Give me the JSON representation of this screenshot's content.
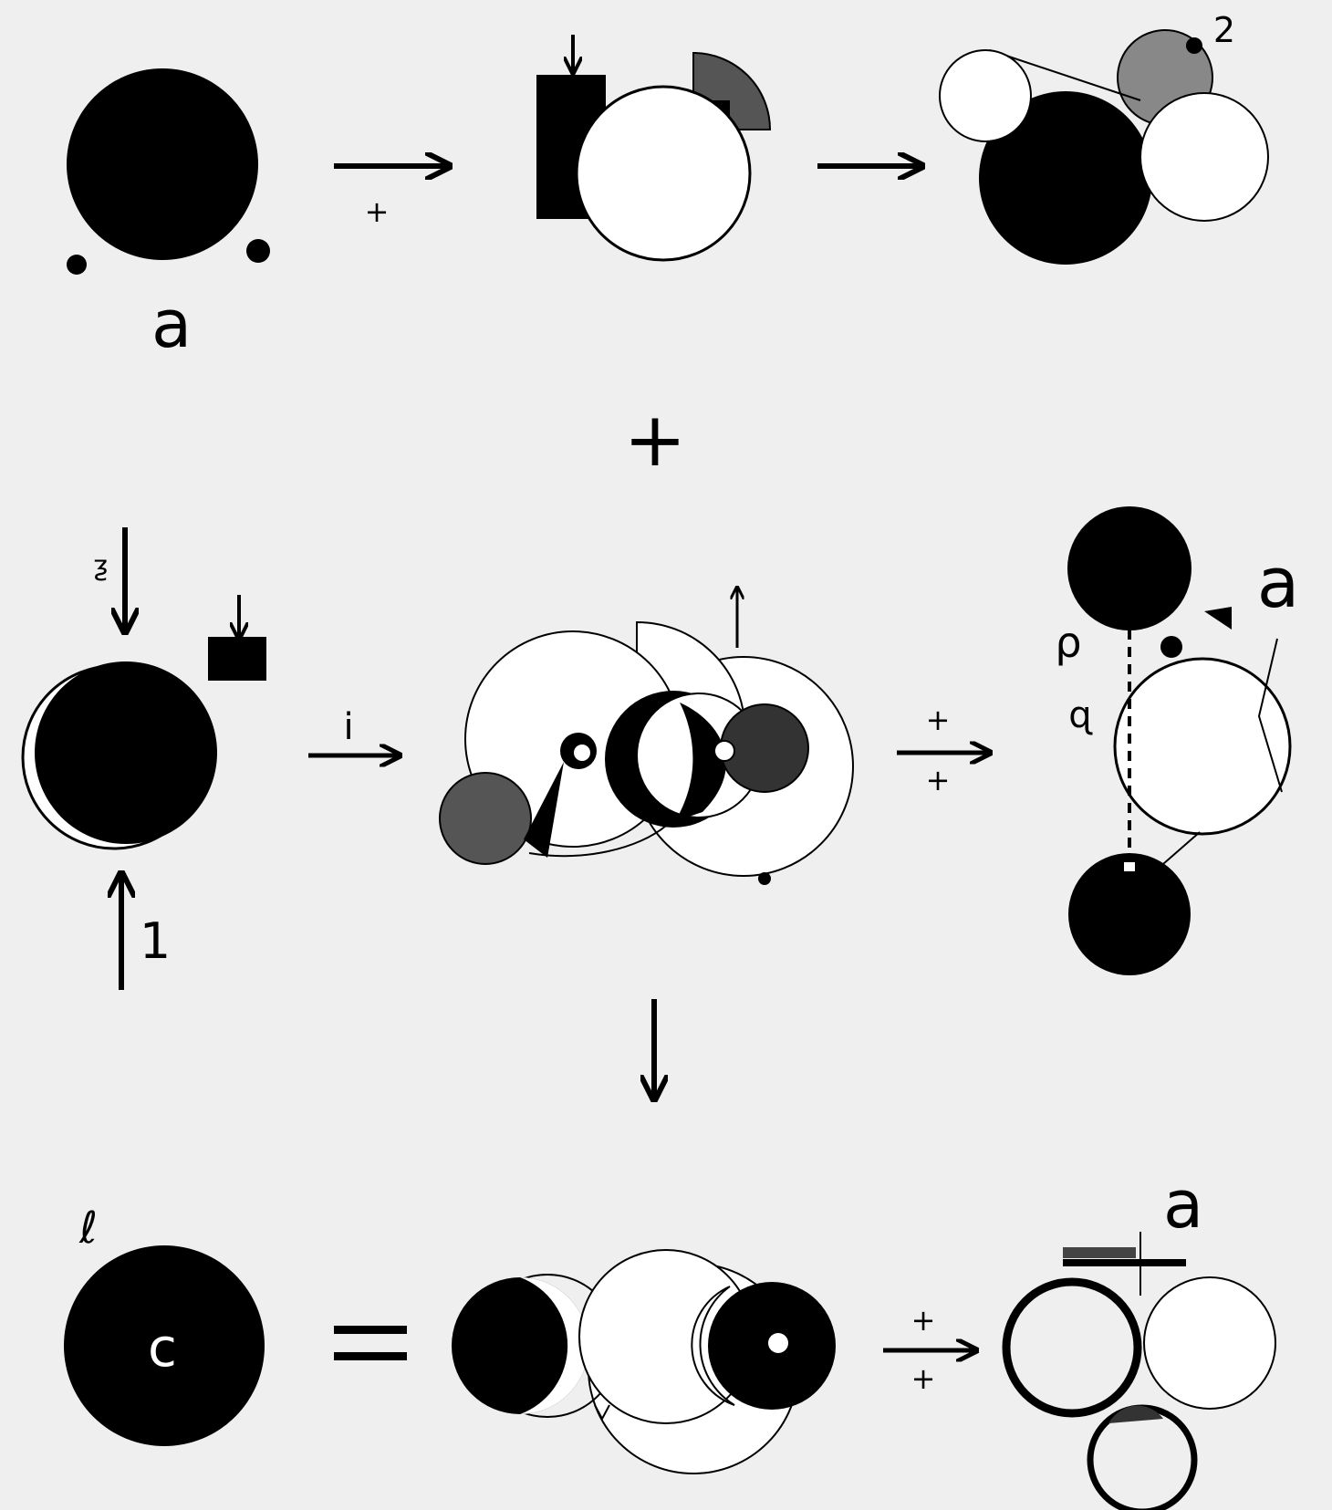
{
  "colors": {
    "background": "#efefef",
    "ink": "#000000",
    "paper": "#ffffff",
    "shade_dark": "#555555",
    "shade_mid": "#888888"
  },
  "row1": {
    "label_a": "a",
    "arrow1_label": "+",
    "label_2": "2"
  },
  "middle_plus": "+",
  "row2": {
    "label_s": "ƺ",
    "label_1": "1",
    "arrow_label": "i",
    "arrow2_top": "+",
    "arrow2_bottom": "+",
    "label_a": "a",
    "label_p1": "ρ",
    "label_p2": "ɋ"
  },
  "row3": {
    "label_l": "ℓ",
    "label_c": "c",
    "arrow_top": "+",
    "arrow_bottom": "+",
    "label_a": "a"
  }
}
